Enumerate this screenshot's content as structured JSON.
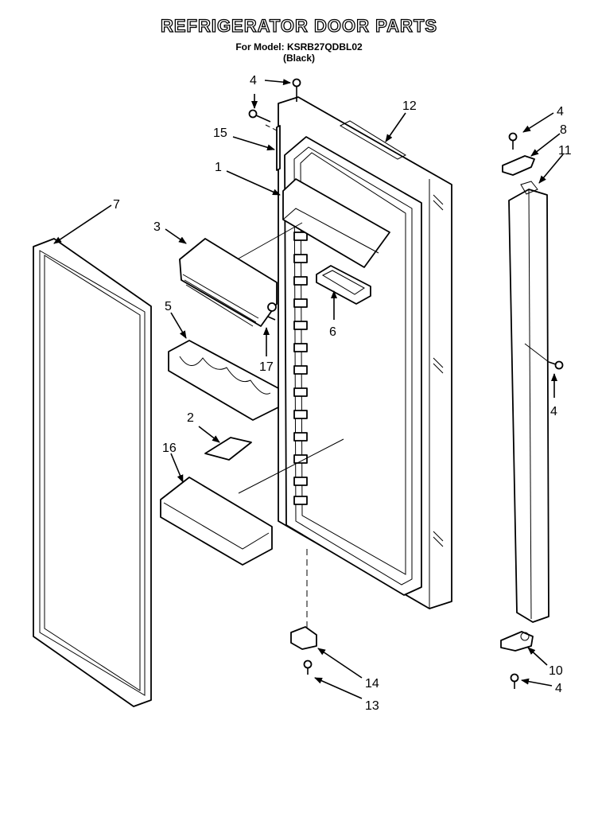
{
  "title": "REFRIGERATOR DOOR PARTS",
  "subtitle": "For Model: KSRB27QDBL02",
  "subtitle_note": "(Black)",
  "callouts": [
    "4",
    "12",
    "15",
    "1",
    "7",
    "3",
    "5",
    "6",
    "17",
    "2",
    "16",
    "14",
    "13",
    "4",
    "8",
    "11",
    "4",
    "10",
    "4"
  ]
}
